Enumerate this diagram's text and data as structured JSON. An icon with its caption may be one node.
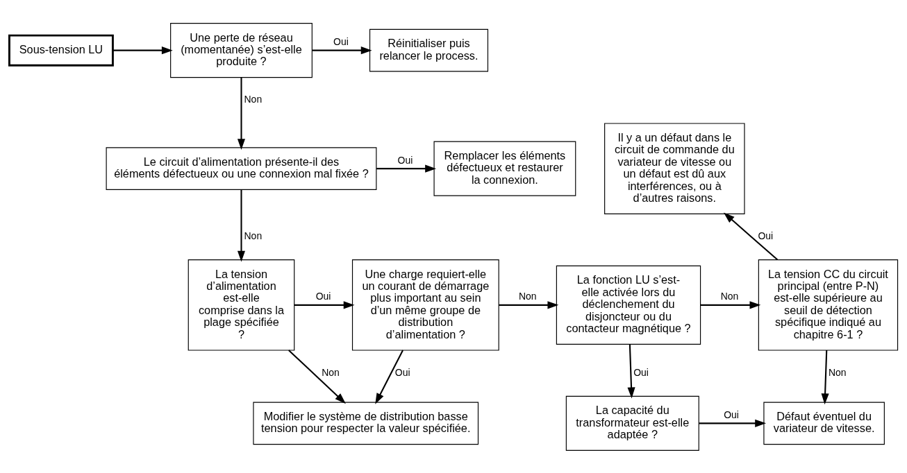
{
  "diagram": {
    "nodes": [
      {
        "text": [
          "Sous-tension LU"
        ]
      },
      {
        "text": [
          "Une perte de réseau (momentanée) s’est-elle produite ?"
        ]
      },
      {
        "text": [
          "Réinitialiser puis relancer le process."
        ]
      },
      {
        "text": [
          "Le circuit d’alimentation présente-il des éléments défectueux ou une connexion mal fixée ?"
        ]
      },
      {
        "text": [
          "Remplacer les éléments défectueux et restaurer la connexion."
        ]
      },
      {
        "text": [
          "Il y a un défaut dans le circuit de commande du variateur de vitesse ou un défaut est dû aux interférences, ou à d’autres raisons."
        ]
      },
      {
        "text": [
          "La tension d’alimentation est-elle comprise dans la plage spécifiée ?"
        ]
      },
      {
        "text": [
          "Une charge requiert-elle un courant de démarrage plus important au sein d’un même groupe de distribution d’alimentation ?"
        ]
      },
      {
        "text": [
          "La fonction LU s’est-elle activée lors du déclenchement du disjoncteur ou du contacteur magnétique ?"
        ]
      },
      {
        "text": [
          "La tension CC du circuit principal (entre P-N) est-elle supérieure au seuil de détection spécifique indiqué au chapitre 6-1 ?"
        ]
      },
      {
        "text": [
          "Modifier le système de distribution basse tension pour respecter la valeur spécifiée."
        ]
      },
      {
        "text": [
          "La capacité du transformateur est-elle adaptée ?"
        ]
      },
      {
        "text": [
          "Défaut éventuel du variateur de vitesse."
        ]
      }
    ],
    "edges": [
      {
        "from": 0,
        "to": 1,
        "arrow": "to"
      },
      {
        "from": 1,
        "to": 2,
        "arrow": "to",
        "label": "Oui"
      },
      {
        "from": 1,
        "to": 3,
        "arrow": "to",
        "label": "Non"
      },
      {
        "from": 3,
        "to": 4,
        "arrow": "to",
        "label": "Oui"
      },
      {
        "from": 3,
        "to": 6,
        "arrow": "to",
        "label": "Non"
      },
      {
        "from": 6,
        "to": 7,
        "arrow": "to",
        "label": "Oui"
      },
      {
        "from": 6,
        "to": 10,
        "arrow": "to",
        "label": "Non"
      },
      {
        "from": 7,
        "to": 10,
        "arrow": "to",
        "label": "Oui"
      },
      {
        "from": 7,
        "to": 8,
        "arrow": "to",
        "label": "Non"
      },
      {
        "from": 8,
        "to": 9,
        "arrow": "to",
        "label": "Non"
      },
      {
        "from": 8,
        "to": 11,
        "arrow": "to",
        "label": "Oui"
      },
      {
        "from": 9,
        "to": 5,
        "arrow": "to",
        "label": "Oui"
      },
      {
        "from": 9,
        "to": 12,
        "arrow": "to",
        "label": "Non"
      },
      {
        "from": 11,
        "to": 12,
        "arrow": "to",
        "label": "Oui"
      }
    ]
  }
}
